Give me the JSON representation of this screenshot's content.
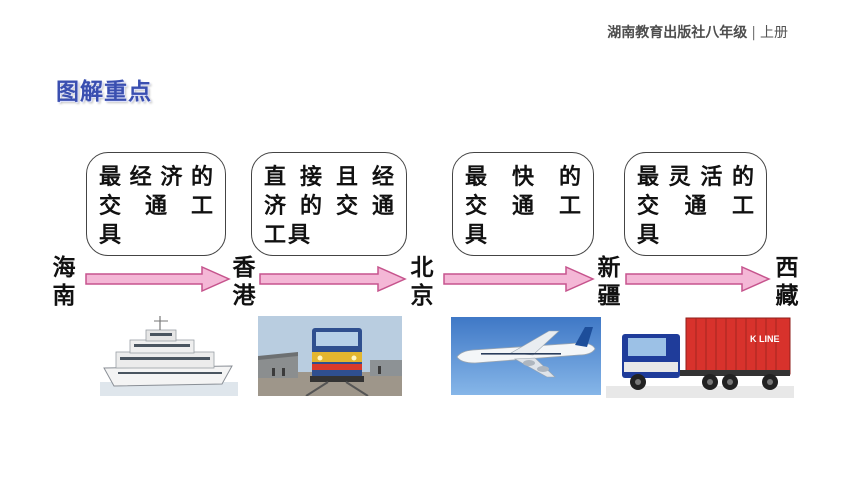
{
  "header": {
    "publisher": "湖南教育出版社八年级",
    "separator": "|",
    "volume": "上册"
  },
  "section_title": "图解重点",
  "places": [
    "海南",
    "香港",
    "北京",
    "新疆",
    "西藏"
  ],
  "callouts": [
    {
      "lines": [
        "最经济的",
        "交 通 工",
        "具"
      ]
    },
    {
      "lines": [
        "直接且经",
        "济的交通",
        "工具"
      ]
    },
    {
      "lines": [
        "最 快 的",
        "交 通 工",
        "具"
      ]
    },
    {
      "lines": [
        "最灵活的",
        "交 通 工",
        "具"
      ]
    }
  ],
  "photos": [
    "cruise-ship",
    "train",
    "airplane",
    "container-truck"
  ],
  "truck_logo": "K LINE",
  "colors": {
    "arrow_fill": "#f4b7d6",
    "arrow_stroke": "#c6548d",
    "title": "#3a4fb0"
  }
}
